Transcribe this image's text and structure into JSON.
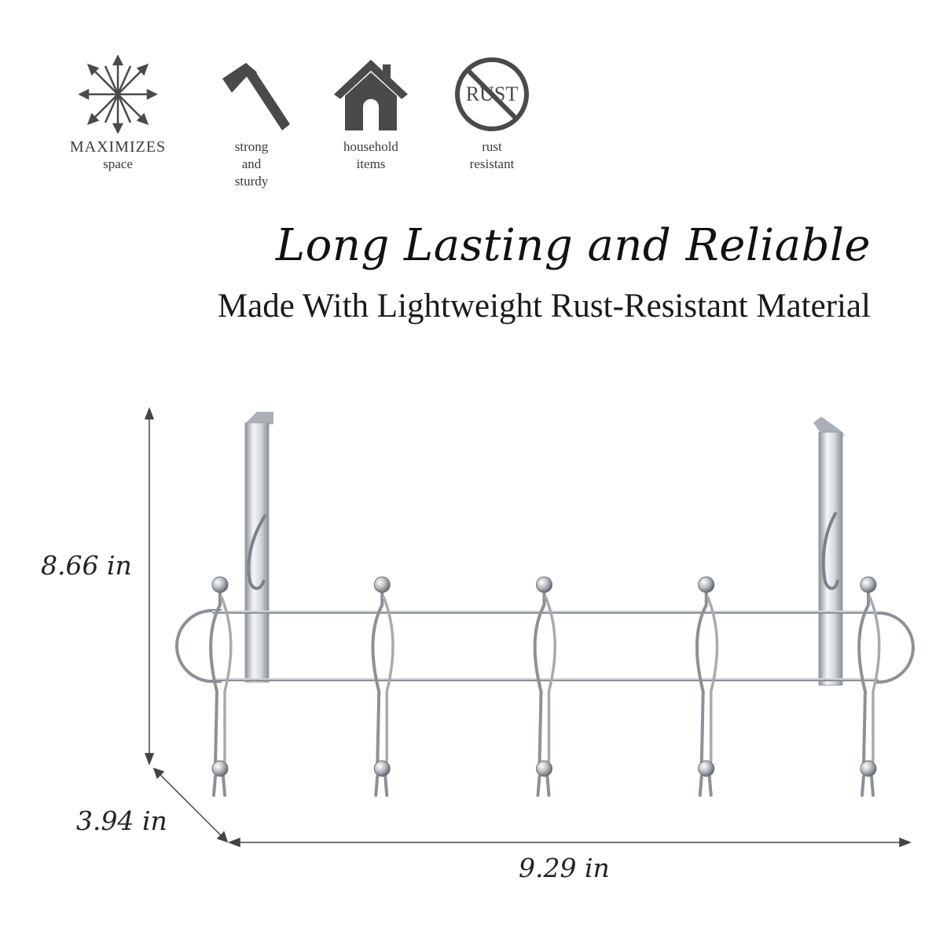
{
  "features": [
    {
      "icon": "expand-arrows-icon",
      "line1": "MAXIMIZES",
      "line2": "space"
    },
    {
      "icon": "hammer-icon",
      "line1": "strong",
      "line2": "and",
      "line3": "sturdy"
    },
    {
      "icon": "house-icon",
      "line1": "household",
      "line2": "items"
    },
    {
      "icon": "no-rust-icon",
      "badge": "RUST",
      "line1": "rust",
      "line2": "resistant"
    }
  ],
  "headline": "Long Lasting and Reliable",
  "subline": "Made With Lightweight Rust-Resistant Material",
  "dimensions": {
    "height": "8.66 in",
    "depth": "3.94 in",
    "width": "9.29 in"
  },
  "product": {
    "hook_count": 5,
    "material_color": "#c8ccd2"
  },
  "colors": {
    "icon": "#4a4a4a",
    "text": "#1f1f1f"
  }
}
